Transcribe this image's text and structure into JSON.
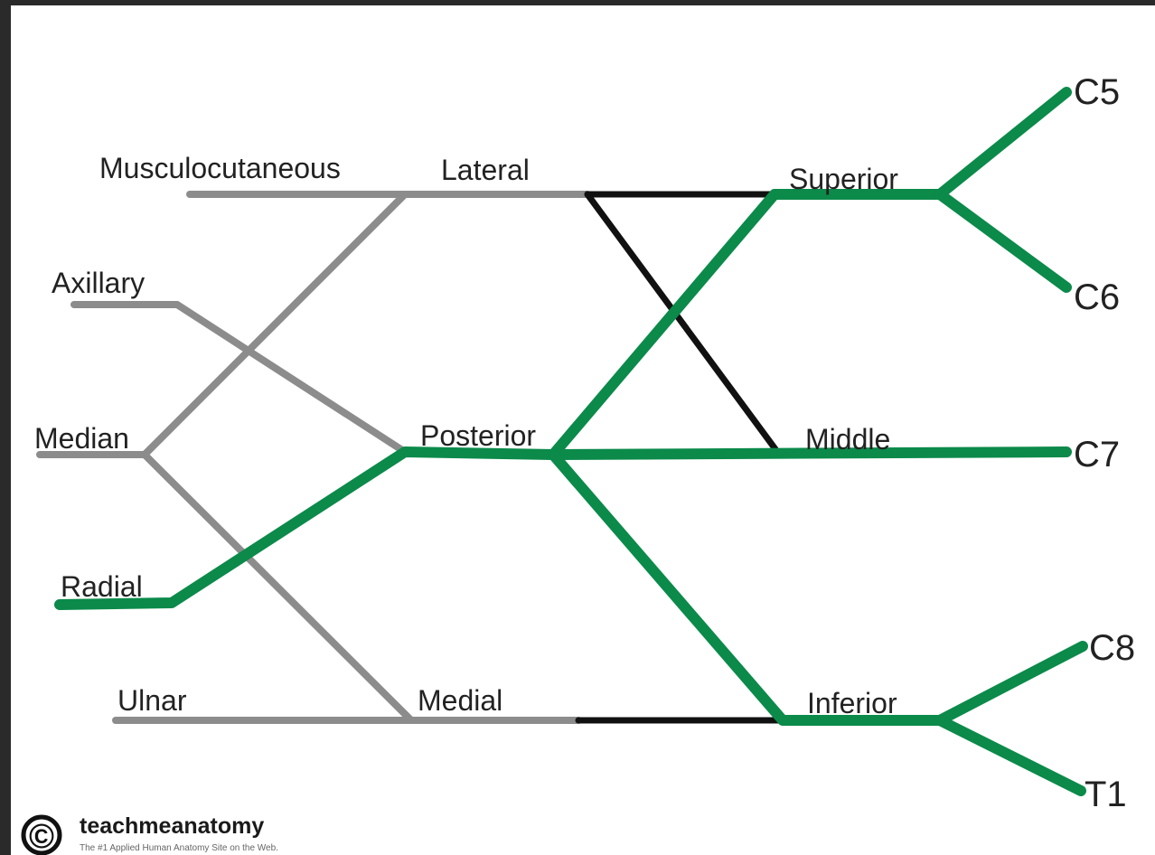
{
  "colors": {
    "green": "#0b8a4a",
    "gray": "#8c8c8c",
    "black": "#111111"
  },
  "roots": {
    "c5": "C5",
    "c6": "C6",
    "c7": "C7",
    "c8": "C8",
    "t1": "T1"
  },
  "trunks": {
    "superior": "Superior",
    "middle": "Middle",
    "inferior": "Inferior"
  },
  "cords": {
    "lateral": "Lateral",
    "posterior": "Posterior",
    "medial": "Medial"
  },
  "branches": {
    "musculocutaneous": "Musculocutaneous",
    "axillary": "Axillary",
    "median": "Median",
    "radial": "Radial",
    "ulnar": "Ulnar"
  },
  "brand": {
    "copyright_symbol": "©",
    "name": "teachmeanatomy",
    "tagline": "The #1 Applied Human Anatomy Site on the Web."
  }
}
